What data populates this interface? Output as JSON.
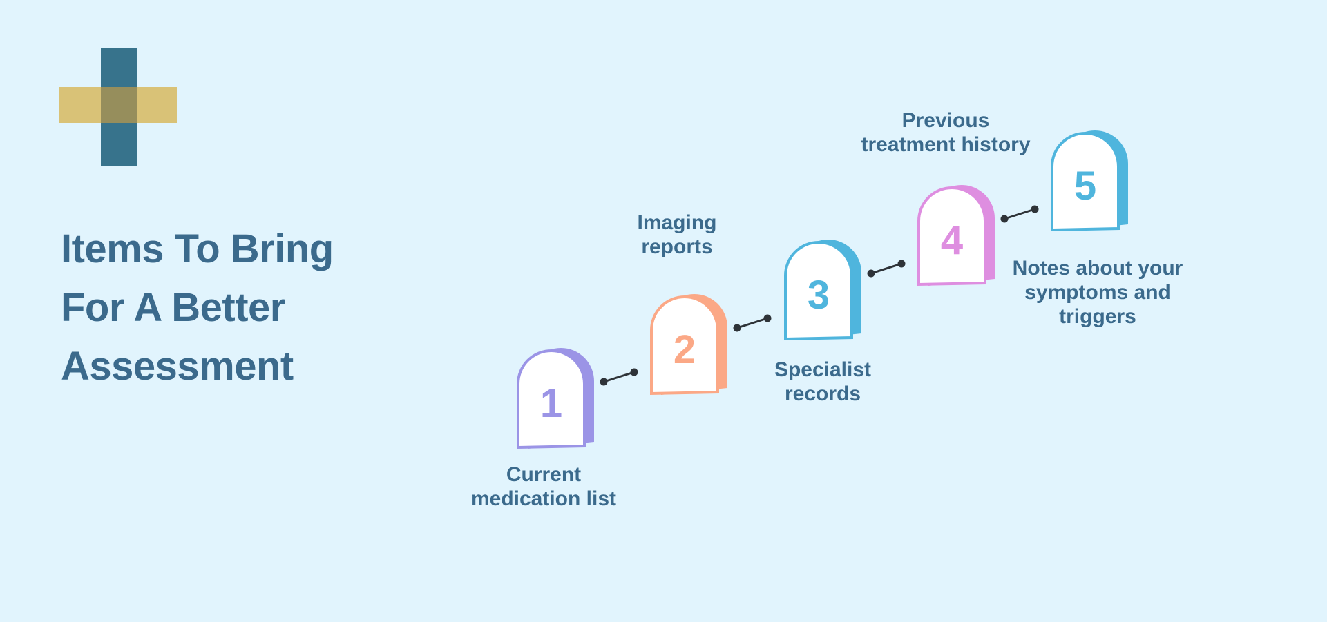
{
  "title_lines": [
    "Items To Bring",
    "For A Better",
    "Assessment"
  ],
  "logo": {
    "name": "medical-cross-logo",
    "colors": [
      "#2d6b86",
      "#d8bd6b"
    ]
  },
  "steps": [
    {
      "number": "1",
      "label": [
        "Current",
        "medication list"
      ],
      "color": "#9b94e6"
    },
    {
      "number": "2",
      "label": [
        "Imaging",
        "reports"
      ],
      "color": "#fba886"
    },
    {
      "number": "3",
      "label": [
        "Specialist",
        "records"
      ],
      "color": "#4fb5dd"
    },
    {
      "number": "4",
      "label": [
        "Notes about your",
        "symptoms and",
        "triggers"
      ],
      "color": "#de8ee0"
    },
    {
      "number": "5",
      "label": [
        "Previous",
        "treatment history"
      ],
      "color": "#4fb5dd"
    }
  ]
}
